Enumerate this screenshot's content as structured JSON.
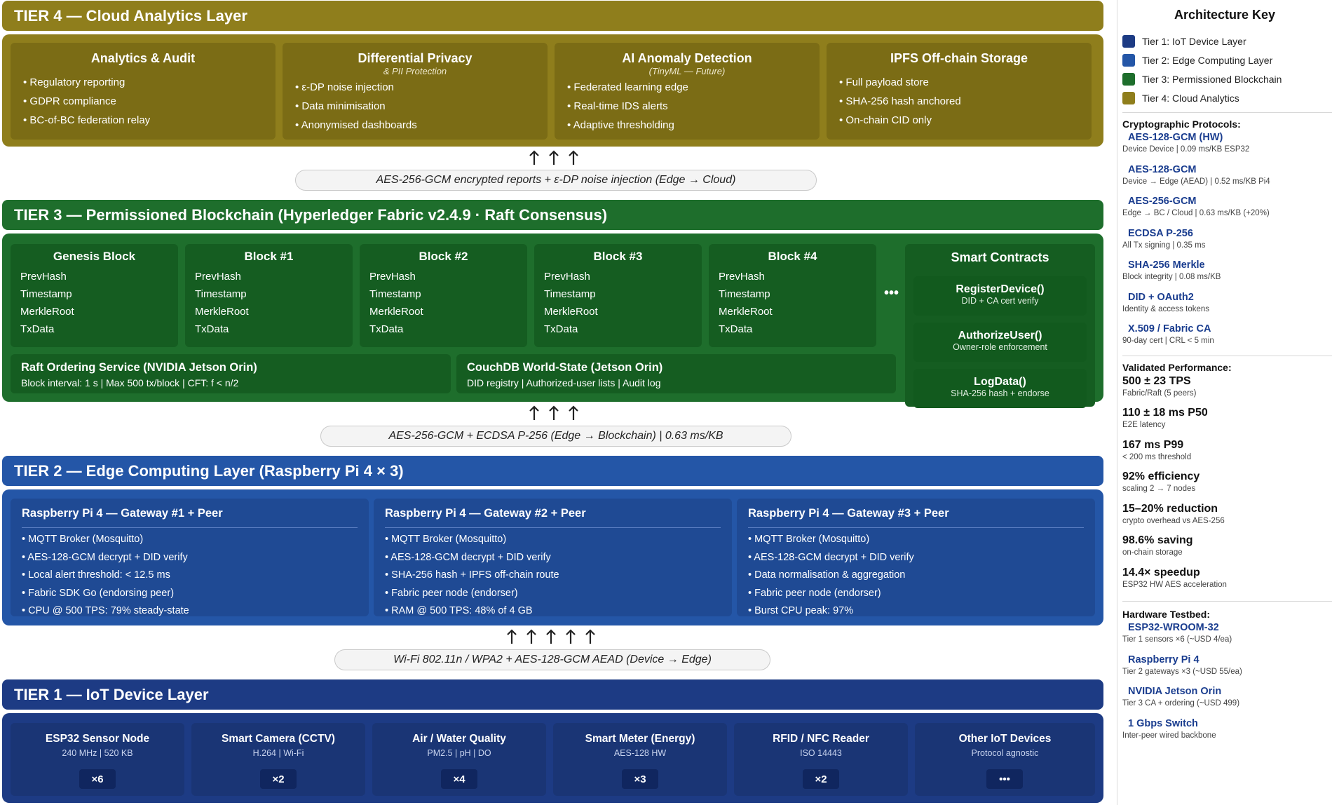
{
  "tier4": {
    "title": "TIER 4 — Cloud Analytics Layer",
    "cards": [
      {
        "title": "Analytics & Audit",
        "subtitle": "",
        "bullets": [
          "• Regulatory reporting",
          "• GDPR compliance",
          "• BC-of-BC federation relay"
        ]
      },
      {
        "title": "Differential Privacy",
        "subtitle": "& PII Protection",
        "bullets": [
          "• ε-DP noise injection",
          "• Data minimisation",
          "• Anonymised dashboards"
        ]
      },
      {
        "title": "AI Anomaly Detection",
        "subtitle": "(TinyML — Future)",
        "bullets": [
          "• Federated learning edge",
          "• Real-time IDS alerts",
          "• Adaptive thresholding"
        ]
      },
      {
        "title": "IPFS Off-chain Storage",
        "subtitle": "",
        "bullets": [
          "• Full payload store",
          "• SHA-256 hash anchored",
          "• On-chain CID only"
        ]
      }
    ]
  },
  "link34": "AES-256-GCM encrypted reports + ε-DP noise injection (Edge → Cloud)",
  "tier3": {
    "title": "TIER 3 — Permissioned Blockchain (Hyperledger Fabric v2.4.9 · Raft Consensus)",
    "blocks": [
      {
        "title": "Genesis Block",
        "fields": [
          "PrevHash",
          "Timestamp",
          "MerkleRoot",
          "TxData"
        ]
      },
      {
        "title": "Block #1",
        "fields": [
          "PrevHash",
          "Timestamp",
          "MerkleRoot",
          "TxData"
        ]
      },
      {
        "title": "Block #2",
        "fields": [
          "PrevHash",
          "Timestamp",
          "MerkleRoot",
          "TxData"
        ]
      },
      {
        "title": "Block #3",
        "fields": [
          "PrevHash",
          "Timestamp",
          "MerkleRoot",
          "TxData"
        ]
      },
      {
        "title": "Block #4",
        "fields": [
          "PrevHash",
          "Timestamp",
          "MerkleRoot",
          "TxData"
        ]
      }
    ],
    "ellipsis": "•••",
    "raft": {
      "title": "Raft Ordering Service (NVIDIA Jetson Orin)",
      "detail": "Block interval: 1 s | Max 500 tx/block | CFT: f < n/2"
    },
    "couch": {
      "title": "CouchDB World-State (Jetson Orin)",
      "detail": "DID registry | Authorized-user lists | Audit log"
    },
    "smart_contracts": {
      "title": "Smart Contracts",
      "items": [
        {
          "fn": "RegisterDevice()",
          "desc": "DID + CA cert verify"
        },
        {
          "fn": "AuthorizeUser()",
          "desc": "Owner-role enforcement"
        },
        {
          "fn": "LogData()",
          "desc": "SHA-256 hash + endorse"
        }
      ]
    }
  },
  "link23": "AES-256-GCM + ECDSA P-256 (Edge → Blockchain) | 0.63 ms/KB",
  "tier2": {
    "title": "TIER 2 — Edge Computing Layer (Raspberry Pi 4 × 3)",
    "gateways": [
      {
        "title": "Raspberry Pi 4 — Gateway #1 + Peer",
        "bullets": [
          "• MQTT Broker (Mosquitto)",
          "• AES-128-GCM decrypt + DID verify",
          "• Local alert threshold: < 12.5 ms",
          "• Fabric SDK Go (endorsing peer)",
          "• CPU @ 500 TPS: 79% steady-state"
        ]
      },
      {
        "title": "Raspberry Pi 4 — Gateway #2 + Peer",
        "bullets": [
          "• MQTT Broker (Mosquitto)",
          "• AES-128-GCM decrypt + DID verify",
          "• SHA-256 hash + IPFS off-chain route",
          "• Fabric peer node (endorser)",
          "• RAM @ 500 TPS: 48% of 4 GB"
        ]
      },
      {
        "title": "Raspberry Pi 4 — Gateway #3 + Peer",
        "bullets": [
          "• MQTT Broker (Mosquitto)",
          "• AES-128-GCM decrypt + DID verify",
          "• Data normalisation & aggregation",
          "• Fabric peer node (endorser)",
          "• Burst CPU peak: 97%"
        ]
      }
    ]
  },
  "link12": "Wi-Fi 802.11n / WPA2 + AES-128-GCM AEAD (Device → Edge)",
  "tier1": {
    "title": "TIER 1 — IoT Device Layer",
    "devices": [
      {
        "title": "ESP32 Sensor Node",
        "spec": "240 MHz | 520 KB",
        "count": "×6"
      },
      {
        "title": "Smart Camera (CCTV)",
        "spec": "H.264 | Wi-Fi",
        "count": "×2"
      },
      {
        "title": "Air / Water Quality",
        "spec": "PM2.5 | pH | DO",
        "count": "×4"
      },
      {
        "title": "Smart Meter (Energy)",
        "spec": "AES-128 HW",
        "count": "×3"
      },
      {
        "title": "RFID / NFC Reader",
        "spec": "ISO 14443",
        "count": "×2"
      },
      {
        "title": "Other IoT Devices",
        "spec": "Protocol agnostic",
        "count": "•••"
      }
    ]
  },
  "key": {
    "title": "Architecture Key",
    "legend": [
      {
        "label": "Tier 1: IoT Device Layer",
        "color": "#1d3b84"
      },
      {
        "label": "Tier 2: Edge Computing Layer",
        "color": "#2456a7"
      },
      {
        "label": "Tier 3: Permissioned Blockchain",
        "color": "#1e6e2c"
      },
      {
        "label": "Tier 4: Cloud Analytics",
        "color": "#8f7e1c"
      }
    ],
    "crypto_title": "Cryptographic Protocols:",
    "crypto": [
      {
        "name": "AES-128-GCM (HW)",
        "desc": "Device   Device | 0.09 ms/KB ESP32"
      },
      {
        "name": "AES-128-GCM",
        "desc": "Device → Edge (AEAD) | 0.52 ms/KB Pi4"
      },
      {
        "name": "AES-256-GCM",
        "desc": "Edge → BC / Cloud | 0.63 ms/KB (+20%)"
      },
      {
        "name": "ECDSA P-256",
        "desc": "All Tx signing | 0.35 ms"
      },
      {
        "name": "SHA-256 Merkle",
        "desc": "Block integrity | 0.08 ms/KB"
      },
      {
        "name": "DID + OAuth2",
        "desc": "Identity & access tokens"
      },
      {
        "name": "X.509 / Fabric CA",
        "desc": "90-day cert | CRL < 5 min"
      }
    ],
    "perf_title": "Validated Performance:",
    "perf": [
      {
        "value": "500 ± 23 TPS",
        "desc": "Fabric/Raft (5 peers)"
      },
      {
        "value": "110 ± 18 ms P50",
        "desc": "E2E latency"
      },
      {
        "value": "167 ms P99",
        "desc": "< 200 ms threshold"
      },
      {
        "value": "92% efficiency",
        "desc": "scaling 2 → 7 nodes"
      },
      {
        "value": "15–20% reduction",
        "desc": "crypto overhead vs AES-256"
      },
      {
        "value": "98.6% saving",
        "desc": "on-chain storage"
      },
      {
        "value": "14.4× speedup",
        "desc": "ESP32 HW AES acceleration"
      }
    ],
    "hw_title": "Hardware Testbed:",
    "hw": [
      {
        "name": "ESP32-WROOM-32",
        "desc": "Tier 1 sensors ×6 (~USD 4/ea)"
      },
      {
        "name": "Raspberry Pi 4",
        "desc": "Tier 2 gateways ×3 (~USD 55/ea)"
      },
      {
        "name": "NVIDIA Jetson Orin",
        "desc": "Tier 3 CA + ordering (~USD 499)"
      },
      {
        "name": "1 Gbps Switch",
        "desc": "Inter-peer wired backbone"
      }
    ]
  }
}
